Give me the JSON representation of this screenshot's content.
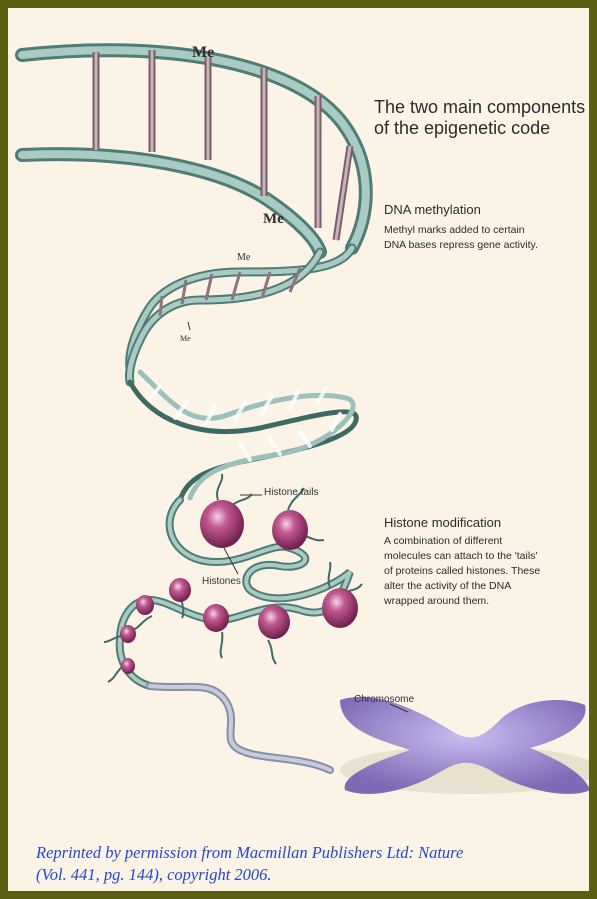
{
  "heading": {
    "line1": "The two main components",
    "line2": "of the epigenetic code"
  },
  "dna_methylation": {
    "title": "DNA methylation",
    "line1": "Methyl marks added to certain",
    "line2": "DNA bases repress gene activity."
  },
  "histone_modification": {
    "title": "Histone modification",
    "line1": "A combination of different",
    "line2": "molecules can attach to the 'tails'",
    "line3": "of proteins called histones. These",
    "line4": "alter the activity of the DNA",
    "line5": "wrapped around them."
  },
  "labels": {
    "me1": "Me",
    "me2": "Me",
    "me3": "Me",
    "me4": "Me",
    "histone_tails": "Histone tails",
    "histones": "Histones",
    "chromosome": "Chromosome"
  },
  "credit": {
    "line1": "Reprinted by permission from Macmillan Publishers Ltd: Nature",
    "line2": "(Vol. 441, pg. 144), copyright 2006."
  },
  "colors": {
    "frame": "#5a5f12",
    "background": "#fbf4e6",
    "dna": "#8fb4ad",
    "histone": "#a83f78",
    "chromosome": "#9b88c9",
    "credit": "#2447cc"
  }
}
